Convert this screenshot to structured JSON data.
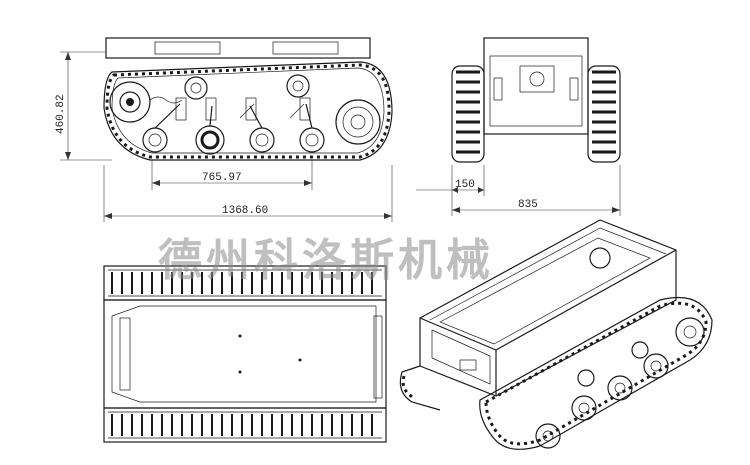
{
  "dimensions": {
    "height": "460.82",
    "wheelbase": "765.97",
    "length": "1368.60",
    "track_width": "150",
    "width": "835"
  },
  "watermark": "德州科洛斯机械",
  "colors": {
    "line": "#1a1a1a",
    "watermark": "#8a8a8a",
    "background": "#ffffff"
  }
}
